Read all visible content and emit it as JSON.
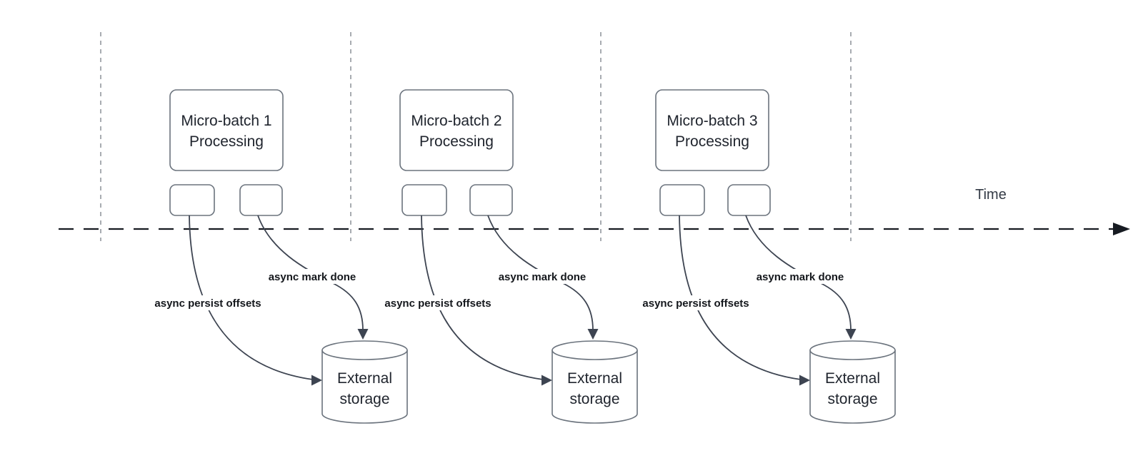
{
  "diagram": {
    "time_label": "Time",
    "batches": [
      {
        "title_line1": "Micro-batch 1",
        "title_line2": "Processing",
        "persist_label": "async persist offsets",
        "mark_done_label": "async mark done",
        "storage_line1": "External",
        "storage_line2": "storage"
      },
      {
        "title_line1": "Micro-batch 2",
        "title_line2": "Processing",
        "persist_label": "async persist offsets",
        "mark_done_label": "async mark done",
        "storage_line1": "External",
        "storage_line2": "storage"
      },
      {
        "title_line1": "Micro-batch 3",
        "title_line2": "Processing",
        "persist_label": "async persist offsets",
        "mark_done_label": "async mark done",
        "storage_line1": "External",
        "storage_line2": "storage"
      }
    ],
    "colors": {
      "background": "#ffffff",
      "shape_border": "#6b737d",
      "shape_fill": "#ffffff",
      "node_text": "#20252e",
      "edge_stroke": "#3d4451",
      "edge_label_text": "#14171c",
      "timeline_stroke": "#171b22",
      "guide_line": "#a8acb1"
    }
  }
}
